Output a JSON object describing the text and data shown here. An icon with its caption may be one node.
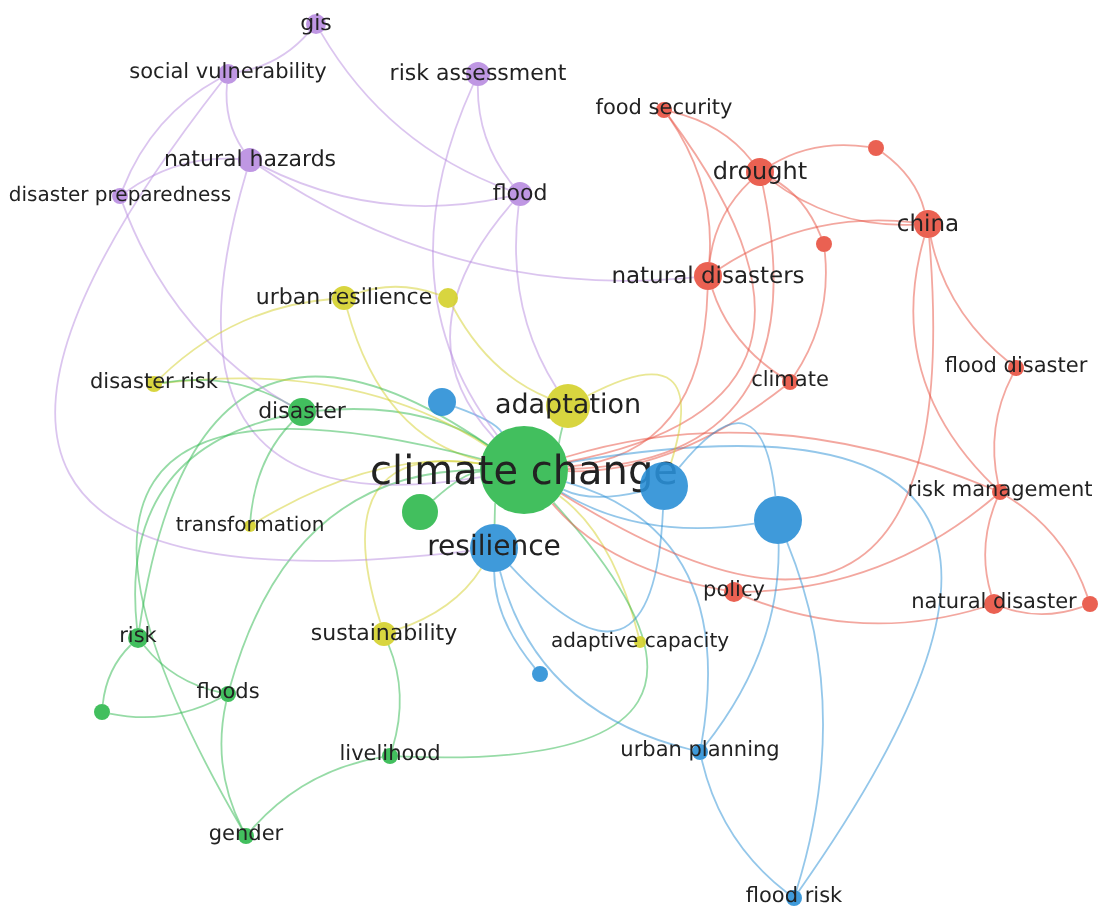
{
  "diagram": {
    "nodes": [
      {
        "text": [
          "gis"
        ]
      },
      {
        "text": [
          "social vulnerability"
        ]
      },
      {
        "text": [
          "risk assessment"
        ]
      },
      {
        "text": [
          "food security"
        ]
      },
      {
        "text": [
          "natural hazards"
        ]
      },
      {
        "text": [],
        "shape": "circle"
      },
      {
        "text": [
          "drought"
        ]
      },
      {
        "text": [
          "disaster preparedness"
        ]
      },
      {
        "text": [
          "flood"
        ]
      },
      {
        "text": [
          "china"
        ]
      },
      {
        "text": [],
        "shape": "circle"
      },
      {
        "text": [
          "natural disasters"
        ]
      },
      {
        "text": [
          "urban resilience"
        ]
      },
      {
        "text": [],
        "shape": "circle"
      },
      {
        "text": [
          "climate"
        ]
      },
      {
        "text": [
          "disaster risk"
        ]
      },
      {
        "text": [],
        "shape": "circle"
      },
      {
        "text": [
          "adaptation"
        ]
      },
      {
        "text": [
          "disaster"
        ]
      },
      {
        "text": [
          "flood disaster"
        ]
      },
      {
        "text": [
          "climate change"
        ]
      },
      {
        "text": [],
        "shape": "circle"
      },
      {
        "text": [],
        "shape": "circle"
      },
      {
        "text": [],
        "shape": "circle"
      },
      {
        "text": [
          "risk management"
        ]
      },
      {
        "text": [
          "transformation"
        ]
      },
      {
        "text": [
          "resilience"
        ]
      },
      {
        "text": [
          "policy"
        ]
      },
      {
        "text": [
          "natural disaster"
        ]
      },
      {
        "text": [],
        "shape": "circle"
      },
      {
        "text": [
          "risk"
        ]
      },
      {
        "text": [
          "sustainability"
        ]
      },
      {
        "text": [
          "adaptive capacity"
        ]
      },
      {
        "text": [],
        "shape": "circle"
      },
      {
        "text": [
          "floods"
        ]
      },
      {
        "text": [],
        "shape": "circle"
      },
      {
        "text": [
          "livelihood"
        ]
      },
      {
        "text": [
          "urban planning"
        ]
      },
      {
        "text": [
          "gender"
        ]
      },
      {
        "text": [
          "flood risk"
        ]
      }
    ],
    "edges": [
      {
        "from": 20,
        "to": 17,
        "arrow": "none",
        "color": "#2db84d"
      },
      {
        "from": 20,
        "to": 26,
        "arrow": "none",
        "color": "#2db84d"
      },
      {
        "from": 20,
        "to": 22,
        "arrow": "none",
        "color": "#2a8fd6"
      },
      {
        "from": 20,
        "to": 23,
        "arrow": "none",
        "color": "#2a8fd6"
      },
      {
        "from": 20,
        "to": 18,
        "arrow": "none",
        "color": "#2db84d"
      },
      {
        "from": 20,
        "to": 21,
        "arrow": "none",
        "color": "#2db84d"
      },
      {
        "from": 20,
        "to": 16,
        "arrow": "none",
        "color": "#2a8fd6"
      },
      {
        "from": 20,
        "to": 8,
        "arrow": "none",
        "color": "#b88ce0"
      },
      {
        "from": 20,
        "to": 11,
        "arrow": "none",
        "color": "#e8503f"
      },
      {
        "from": 20,
        "to": 12,
        "arrow": "none",
        "color": "#d4d02a"
      },
      {
        "from": 20,
        "to": 31,
        "arrow": "none",
        "color": "#d4d02a"
      },
      {
        "from": 20,
        "to": 32,
        "arrow": "none",
        "color": "#d4d02a"
      },
      {
        "from": 20,
        "to": 36,
        "arrow": "none",
        "color": "#2db84d"
      },
      {
        "from": 20,
        "to": 37,
        "arrow": "none",
        "color": "#2a8fd6"
      },
      {
        "from": 20,
        "to": 27,
        "arrow": "none",
        "color": "#e8503f"
      },
      {
        "from": 20,
        "to": 25,
        "arrow": "none",
        "color": "#d4d02a"
      },
      {
        "from": 20,
        "to": 30,
        "arrow": "none",
        "color": "#2db84d"
      },
      {
        "from": 20,
        "to": 34,
        "arrow": "none",
        "color": "#2db84d"
      },
      {
        "from": 20,
        "to": 39,
        "arrow": "none",
        "color": "#2a8fd6"
      },
      {
        "from": 20,
        "to": 6,
        "arrow": "none",
        "color": "#e8503f"
      },
      {
        "from": 20,
        "to": 9,
        "arrow": "none",
        "color": "#e8503f"
      },
      {
        "from": 20,
        "to": 4,
        "arrow": "none",
        "color": "#b88ce0"
      },
      {
        "from": 20,
        "to": 2,
        "arrow": "none",
        "color": "#b88ce0"
      },
      {
        "from": 20,
        "to": 15,
        "arrow": "none",
        "color": "#d4d02a"
      },
      {
        "from": 20,
        "to": 14,
        "arrow": "none",
        "color": "#e8503f"
      },
      {
        "from": 20,
        "to": 24,
        "arrow": "none",
        "color": "#e8503f"
      },
      {
        "from": 20,
        "to": 38,
        "arrow": "none",
        "color": "#2db84d"
      },
      {
        "from": 20,
        "to": 3,
        "arrow": "none",
        "color": "#e8503f"
      },
      {
        "from": 1,
        "to": 0,
        "arrow": "none",
        "color": "#b88ce0"
      },
      {
        "from": 1,
        "to": 4,
        "arrow": "none",
        "color": "#b88ce0"
      },
      {
        "from": 1,
        "to": 7,
        "arrow": "none",
        "color": "#b88ce0"
      },
      {
        "from": 4,
        "to": 7,
        "arrow": "none",
        "color": "#b88ce0"
      },
      {
        "from": 0,
        "to": 8,
        "arrow": "none",
        "color": "#b88ce0"
      },
      {
        "from": 2,
        "to": 8,
        "arrow": "none",
        "color": "#b88ce0"
      },
      {
        "from": 4,
        "to": 8,
        "arrow": "none",
        "color": "#b88ce0"
      },
      {
        "from": 1,
        "to": 26,
        "arrow": "none",
        "color": "#b88ce0"
      },
      {
        "from": 6,
        "to": 11,
        "arrow": "none",
        "color": "#e8503f"
      },
      {
        "from": 6,
        "to": 9,
        "arrow": "none",
        "color": "#e8503f"
      },
      {
        "from": 6,
        "to": 3,
        "arrow": "none",
        "color": "#e8503f"
      },
      {
        "from": 9,
        "to": 11,
        "arrow": "none",
        "color": "#e8503f"
      },
      {
        "from": 9,
        "to": 19,
        "arrow": "none",
        "color": "#e8503f"
      },
      {
        "from": 9,
        "to": 24,
        "arrow": "none",
        "color": "#e8503f"
      },
      {
        "from": 9,
        "to": 5,
        "arrow": "none",
        "color": "#e8503f"
      },
      {
        "from": 5,
        "to": 6,
        "arrow": "none",
        "color": "#e8503f"
      },
      {
        "from": 10,
        "to": 6,
        "arrow": "none",
        "color": "#e8503f"
      },
      {
        "from": 10,
        "to": 14,
        "arrow": "none",
        "color": "#e8503f"
      },
      {
        "from": 11,
        "to": 14,
        "arrow": "none",
        "color": "#e8503f"
      },
      {
        "from": 11,
        "to": 3,
        "arrow": "none",
        "color": "#e8503f"
      },
      {
        "from": 24,
        "to": 28,
        "arrow": "none",
        "color": "#e8503f"
      },
      {
        "from": 24,
        "to": 29,
        "arrow": "none",
        "color": "#e8503f"
      },
      {
        "from": 28,
        "to": 29,
        "arrow": "none",
        "color": "#e8503f"
      },
      {
        "from": 27,
        "to": 28,
        "arrow": "none",
        "color": "#e8503f"
      },
      {
        "from": 27,
        "to": 24,
        "arrow": "none",
        "color": "#e8503f"
      },
      {
        "from": 23,
        "to": 37,
        "arrow": "none",
        "color": "#2a8fd6"
      },
      {
        "from": 23,
        "to": 39,
        "arrow": "none",
        "color": "#2a8fd6"
      },
      {
        "from": 26,
        "to": 37,
        "arrow": "none",
        "color": "#2a8fd6"
      },
      {
        "from": 26,
        "to": 33,
        "arrow": "none",
        "color": "#2a8fd6"
      },
      {
        "from": 37,
        "to": 39,
        "arrow": "none",
        "color": "#2a8fd6"
      },
      {
        "from": 18,
        "to": 30,
        "arrow": "none",
        "color": "#2db84d"
      },
      {
        "from": 18,
        "to": 15,
        "arrow": "none",
        "color": "#2db84d"
      },
      {
        "from": 18,
        "to": 25,
        "arrow": "none",
        "color": "#2db84d"
      },
      {
        "from": 30,
        "to": 35,
        "arrow": "none",
        "color": "#2db84d"
      },
      {
        "from": 30,
        "to": 34,
        "arrow": "none",
        "color": "#2db84d"
      },
      {
        "from": 34,
        "to": 38,
        "arrow": "none",
        "color": "#2db84d"
      },
      {
        "from": 36,
        "to": 38,
        "arrow": "none",
        "color": "#2db84d"
      },
      {
        "from": 36,
        "to": 31,
        "arrow": "none",
        "color": "#2db84d"
      },
      {
        "from": 35,
        "to": 34,
        "arrow": "none",
        "color": "#2db84d"
      },
      {
        "from": 31,
        "to": 26,
        "arrow": "none",
        "color": "#d4d02a"
      },
      {
        "from": 13,
        "to": 12,
        "arrow": "none",
        "color": "#d4d02a"
      },
      {
        "from": 13,
        "to": 17,
        "arrow": "none",
        "color": "#d4d02a"
      },
      {
        "from": 12,
        "to": 15,
        "arrow": "none",
        "color": "#d4d02a"
      },
      {
        "from": 22,
        "to": 26,
        "arrow": "none",
        "color": "#2a8fd6"
      },
      {
        "from": 22,
        "to": 23,
        "arrow": "none",
        "color": "#2a8fd6"
      },
      {
        "from": 17,
        "to": 22,
        "arrow": "none",
        "color": "#d4d02a"
      },
      {
        "from": 4,
        "to": 11,
        "arrow": "none",
        "color": "#b88ce0"
      },
      {
        "from": 7,
        "to": 18,
        "arrow": "none",
        "color": "#b88ce0"
      },
      {
        "from": 8,
        "to": 17,
        "arrow": "none",
        "color": "#b88ce0"
      },
      {
        "from": 19,
        "to": 24,
        "arrow": "none",
        "color": "#e8503f"
      }
    ]
  }
}
